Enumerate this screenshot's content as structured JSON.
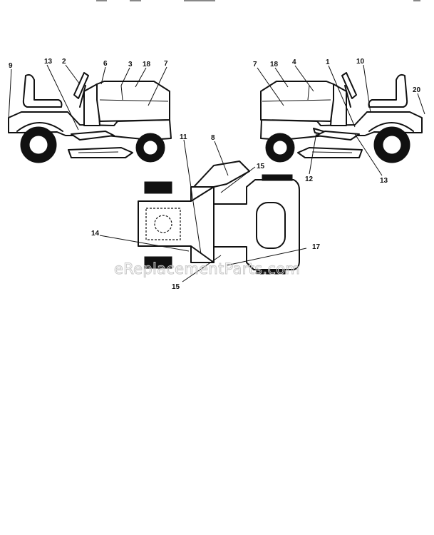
{
  "callouts": {
    "left_view": [
      "9",
      "13",
      "2",
      "6",
      "3",
      "18",
      "7"
    ],
    "right_view": [
      "7",
      "18",
      "4",
      "1",
      "10",
      "20",
      "12",
      "13"
    ],
    "top_view": [
      "11",
      "8",
      "15",
      "14",
      "17",
      "15"
    ]
  },
  "watermark": "eReplacementParts.com"
}
